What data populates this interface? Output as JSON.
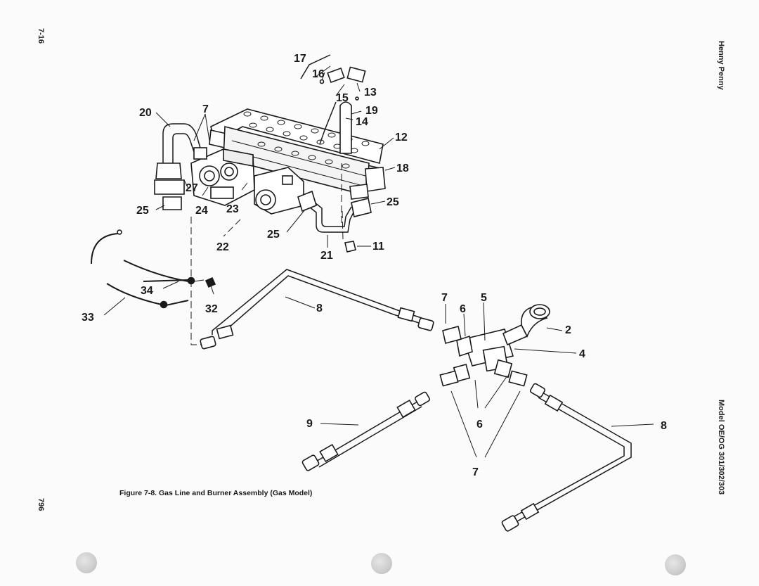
{
  "page": {
    "page_number": "7-16",
    "publisher": "Henny Penny",
    "model": "Model OE/OG 301/302/303",
    "sheet_number": "796"
  },
  "figure": {
    "caption": "Figure 7-8. Gas Line and Burner Assembly (Gas Model)"
  },
  "callouts": [
    {
      "id": "c17",
      "text": "17"
    },
    {
      "id": "c16",
      "text": "16"
    },
    {
      "id": "c15",
      "text": "15"
    },
    {
      "id": "c13",
      "text": "13"
    },
    {
      "id": "c19",
      "text": "19"
    },
    {
      "id": "c14",
      "text": "14"
    },
    {
      "id": "c20",
      "text": "20"
    },
    {
      "id": "c7a",
      "text": "7"
    },
    {
      "id": "c12",
      "text": "12"
    },
    {
      "id": "c18",
      "text": "18"
    },
    {
      "id": "c27",
      "text": "27"
    },
    {
      "id": "c25a",
      "text": "25"
    },
    {
      "id": "c24",
      "text": "24"
    },
    {
      "id": "c23",
      "text": "23"
    },
    {
      "id": "c25b",
      "text": "25"
    },
    {
      "id": "c22",
      "text": "22"
    },
    {
      "id": "c25c",
      "text": "25"
    },
    {
      "id": "c11",
      "text": "11"
    },
    {
      "id": "c21",
      "text": "21"
    },
    {
      "id": "c34",
      "text": "34"
    },
    {
      "id": "c32",
      "text": "32"
    },
    {
      "id": "c33",
      "text": "33"
    },
    {
      "id": "c8a",
      "text": "8"
    },
    {
      "id": "c7b",
      "text": "7"
    },
    {
      "id": "c6a",
      "text": "6"
    },
    {
      "id": "c5",
      "text": "5"
    },
    {
      "id": "c2",
      "text": "2"
    },
    {
      "id": "c4",
      "text": "4"
    },
    {
      "id": "c9",
      "text": "9"
    },
    {
      "id": "c6b",
      "text": "6"
    },
    {
      "id": "c8b",
      "text": "8"
    },
    {
      "id": "c7c",
      "text": "7"
    }
  ]
}
